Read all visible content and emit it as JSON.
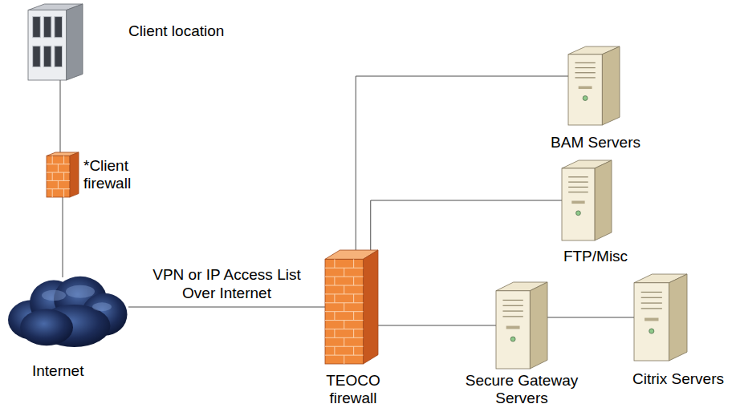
{
  "diagram": {
    "nodes": [
      {
        "text": [
          "Client location"
        ]
      },
      {
        "text": [
          "*Client firewall"
        ]
      },
      {
        "text": [
          "Internet"
        ]
      },
      {
        "text": [
          "TEOCO firewall"
        ]
      },
      {
        "text": [
          "BAM Servers"
        ]
      },
      {
        "text": [
          "FTP/Misc"
        ]
      },
      {
        "text": [
          "Secure Gateway Servers"
        ]
      },
      {
        "text": [
          "Citrix Servers"
        ]
      }
    ],
    "edges": [
      {
        "from": 0,
        "to": 1,
        "arrow": "none"
      },
      {
        "from": 1,
        "to": 2,
        "arrow": "none"
      },
      {
        "from": 2,
        "to": 3,
        "label": "VPN or IP Access List Over Internet",
        "arrow": "none"
      },
      {
        "from": 3,
        "to": 4,
        "arrow": "none"
      },
      {
        "from": 3,
        "to": 5,
        "arrow": "none"
      },
      {
        "from": 3,
        "to": 6,
        "arrow": "none"
      },
      {
        "from": 6,
        "to": 7,
        "arrow": "none"
      }
    ]
  }
}
